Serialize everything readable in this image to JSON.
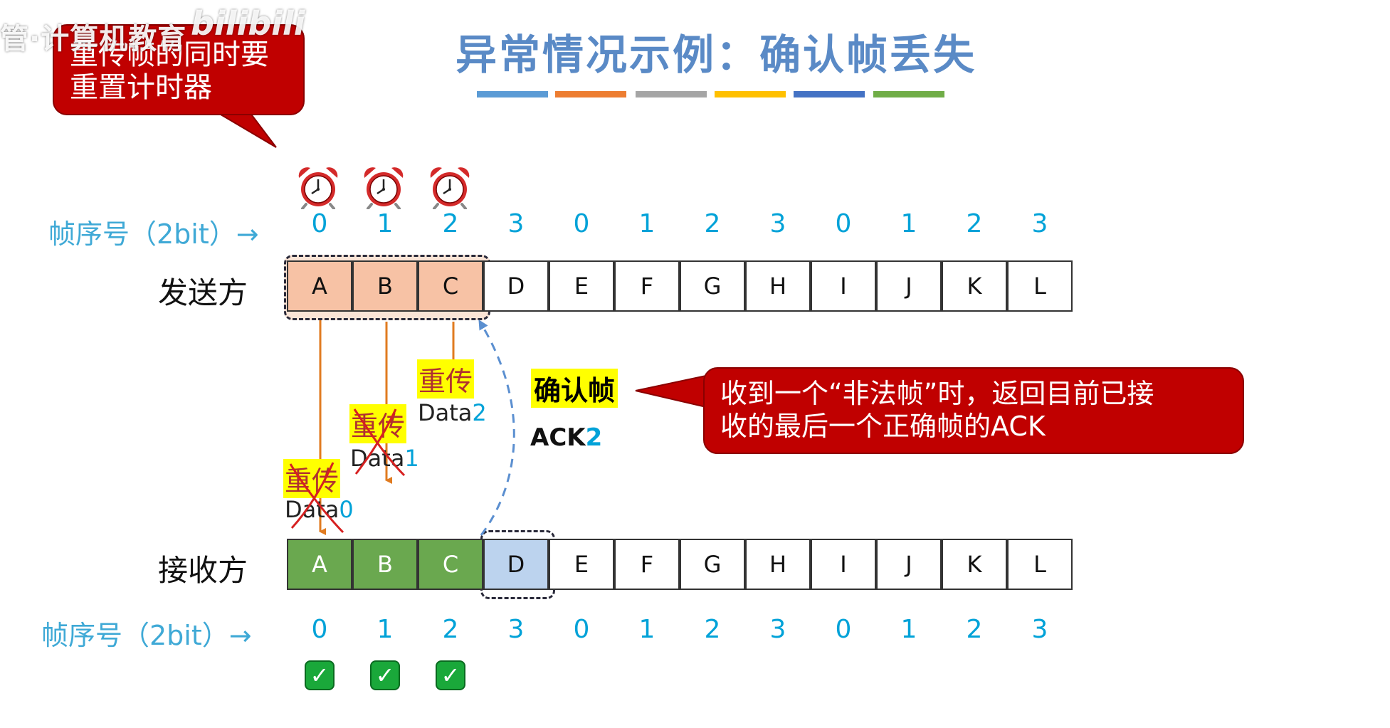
{
  "watermark": {
    "text": "管·计算机教育",
    "logo": "bilibili"
  },
  "title": "异常情况示例：确认帧丢失",
  "title_bar_colors": [
    "#5b9bd5",
    "#ed7d31",
    "#a5a5a5",
    "#ffc000",
    "#4472c4",
    "#70ad47"
  ],
  "callout_timer": {
    "line1": "重传帧的同时要",
    "line2": "重置计时器"
  },
  "callout_ack": {
    "line1": "收到一个“非法帧”时，返回目前已接",
    "line2": "收的最后一个正确帧的ACK"
  },
  "seq_label": "帧序号（2bit）→",
  "seq_numbers": [
    "0",
    "1",
    "2",
    "3",
    "0",
    "1",
    "2",
    "3",
    "0",
    "1",
    "2",
    "3"
  ],
  "sender_label": "发送方",
  "receiver_label": "接收方",
  "frames": [
    "A",
    "B",
    "C",
    "D",
    "E",
    "F",
    "G",
    "H",
    "I",
    "J",
    "K",
    "L"
  ],
  "retransmit_label": "重传",
  "data_prefix": "Data",
  "data_nums": [
    "0",
    "1",
    "2"
  ],
  "ack_frame_label": "确认帧",
  "ack_prefix": "ACK",
  "ack_num": "2",
  "icons": {
    "timer": "alarm-clock-icon",
    "received": "check-mark-icon"
  },
  "colors": {
    "sent_frame": "#f7c2a5",
    "received_frame": "#6aa84f",
    "expected_frame": "#bcd3ee",
    "callout": "#c00000",
    "seq_number": "#00a2d8",
    "arrow": "#e07b20",
    "ack_arrow": "#5b8fd0"
  }
}
